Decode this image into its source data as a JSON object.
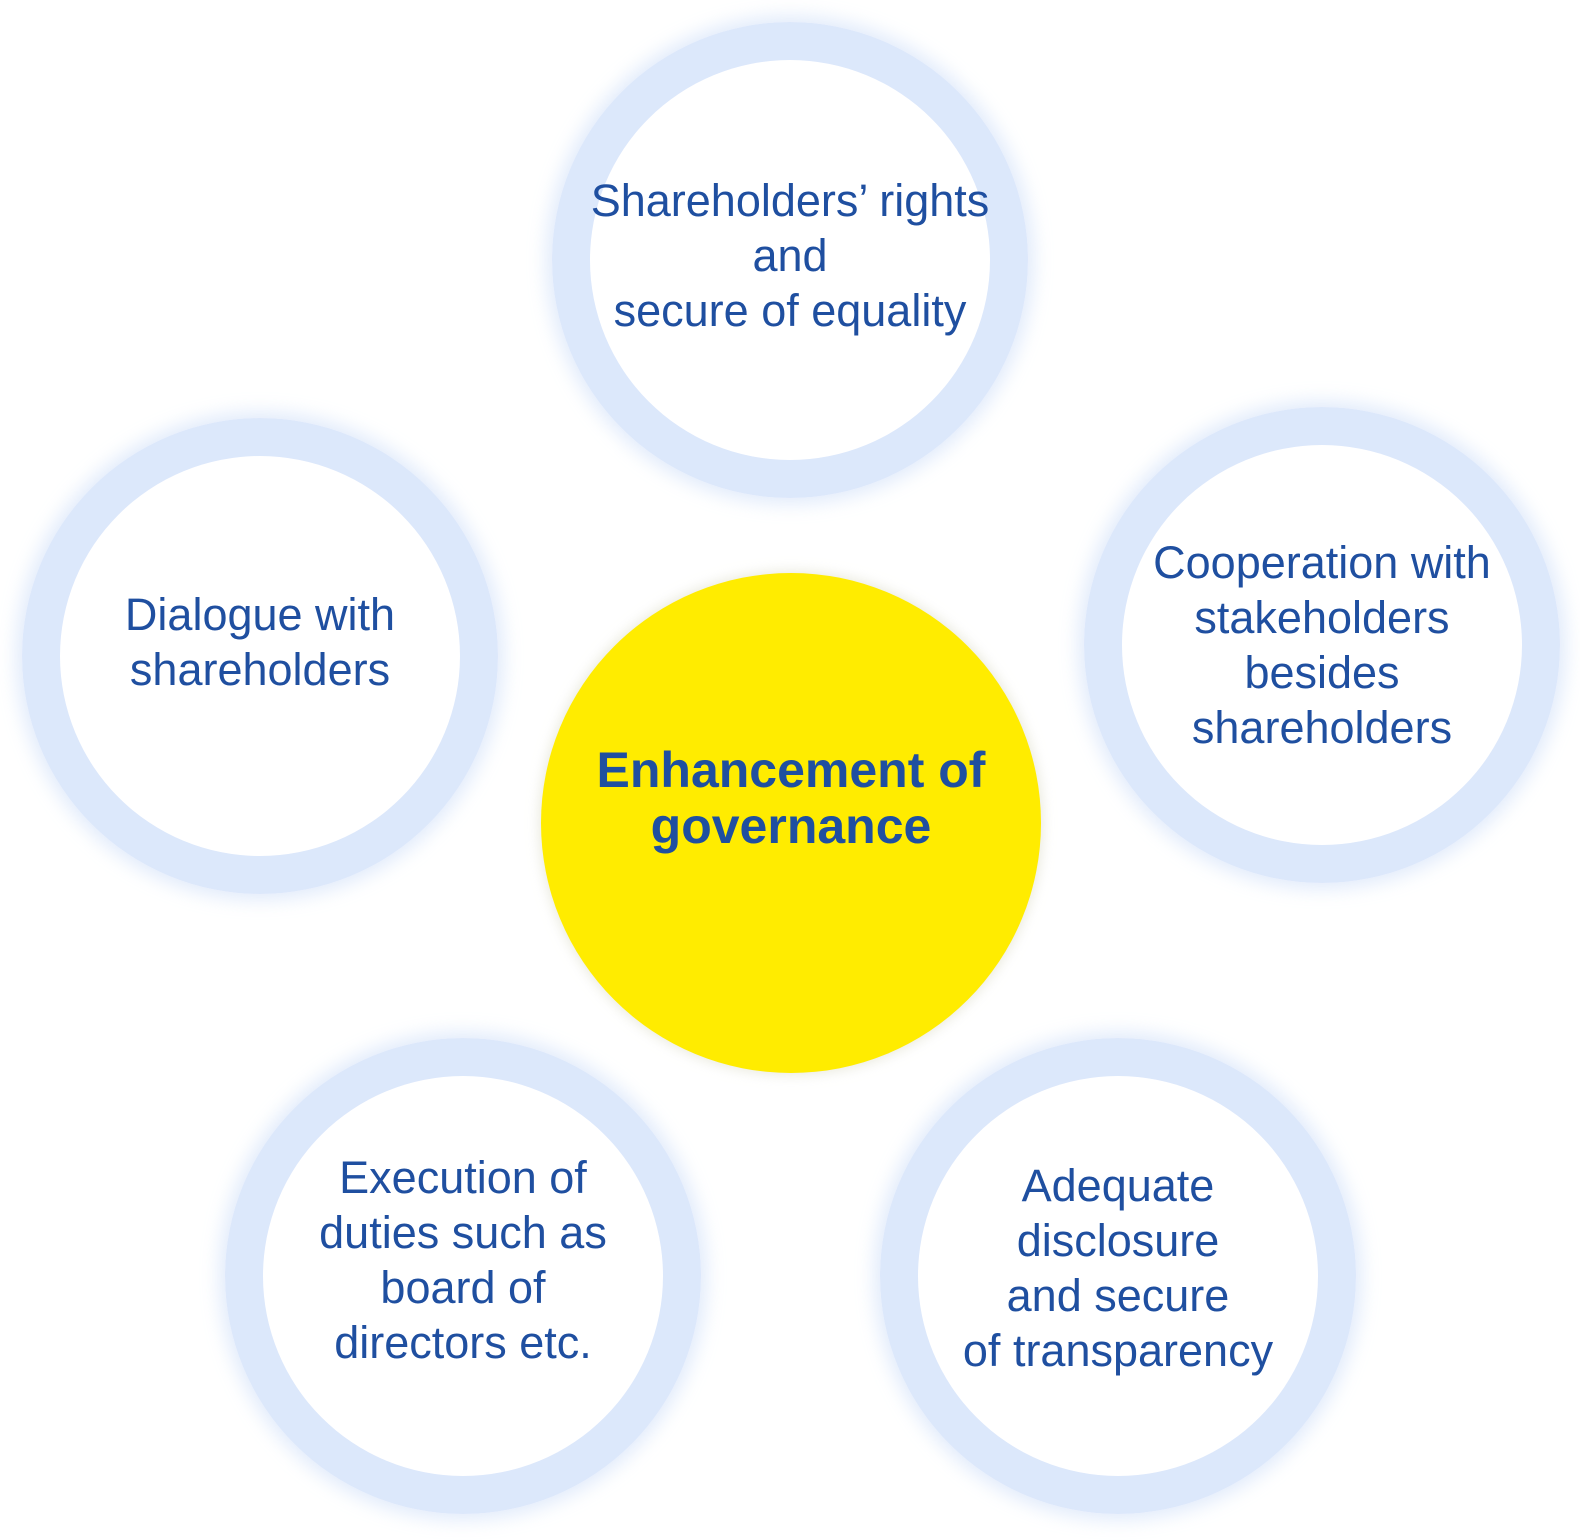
{
  "center": {
    "label": "Enhancement of\ngovernance",
    "color": "#ffec00"
  },
  "nodes": [
    {
      "id": "top",
      "label": "Shareholders’ rights\nand\nsecure of equality"
    },
    {
      "id": "left",
      "label": "Dialogue with\nshareholders"
    },
    {
      "id": "right",
      "label": "Cooperation with\nstakeholders\nbesides\nshareholders"
    },
    {
      "id": "bottom-left",
      "label": "Execution of\nduties such as\nboard of\ndirectors etc."
    },
    {
      "id": "bottom-right",
      "label": "Adequate\ndisclosure\nand secure\nof transparency"
    }
  ],
  "colors": {
    "text": "#1f4fa0",
    "ring": "#dde8fb",
    "bubble": "#ffffff"
  }
}
